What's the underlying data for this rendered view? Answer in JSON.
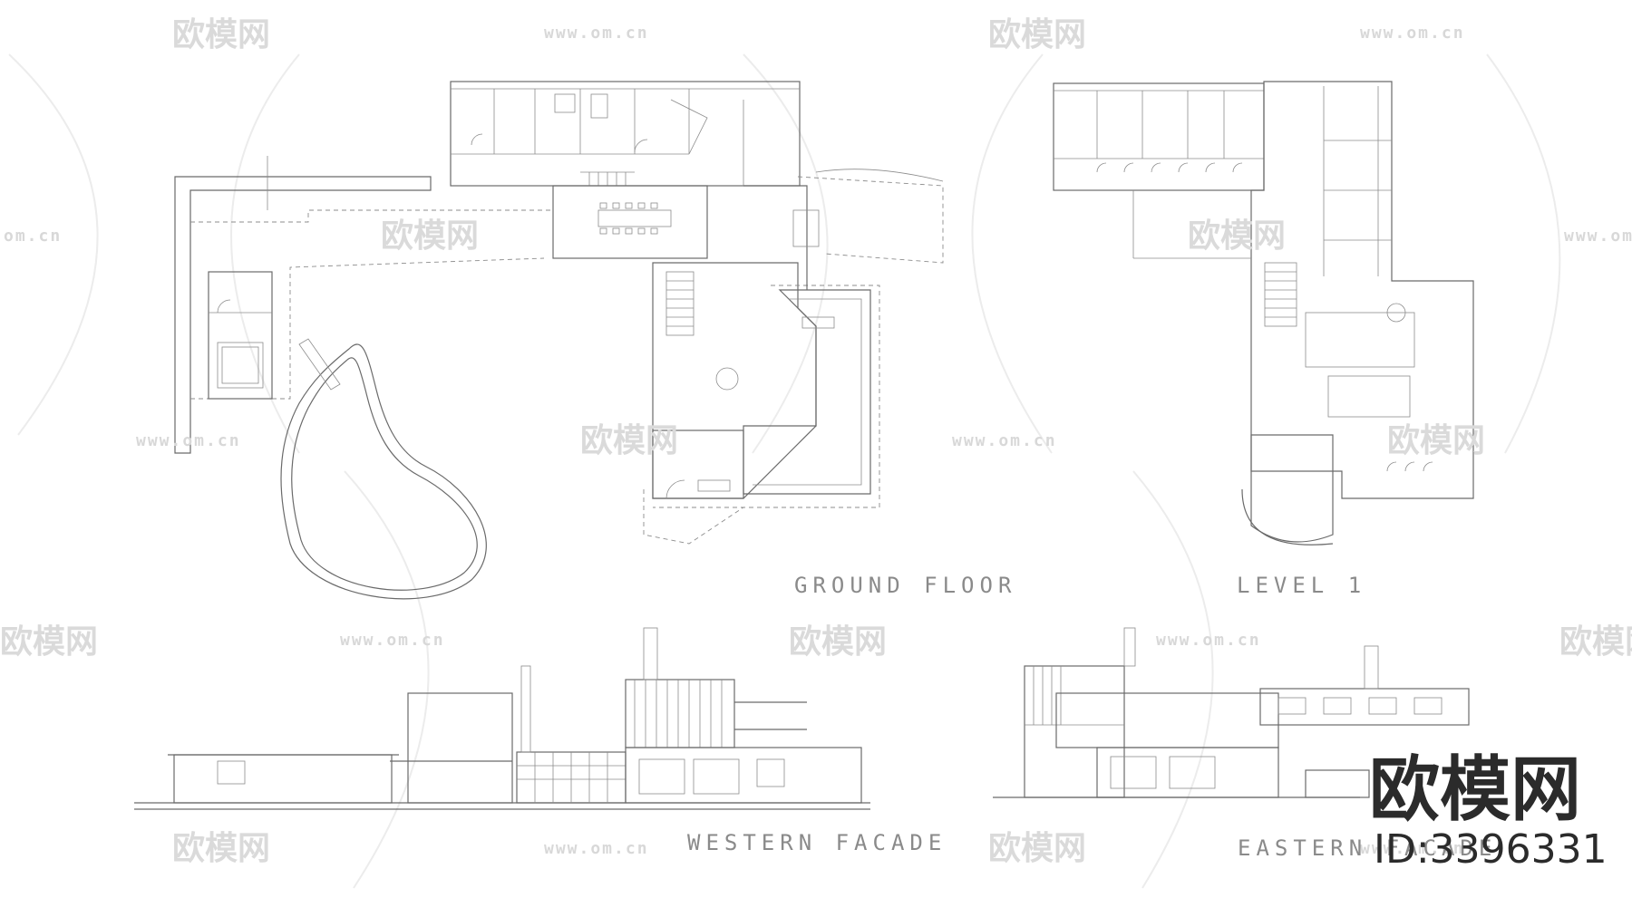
{
  "drawing": {
    "labels": {
      "ground_floor": "GROUND FLOOR",
      "level_1": "LEVEL 1",
      "western_facade": "WESTERN FACADE",
      "eastern_facade": "EASTERN FACADE"
    }
  },
  "watermark": {
    "brand": "欧模网",
    "url": "www.om.cn",
    "url_short": "om.cn"
  },
  "branding": {
    "name": "欧模网",
    "id_text": "ID:3396331"
  },
  "colors": {
    "line": "#6a6a6a",
    "watermark": "#dadada",
    "brand": "#2b2b2b"
  }
}
